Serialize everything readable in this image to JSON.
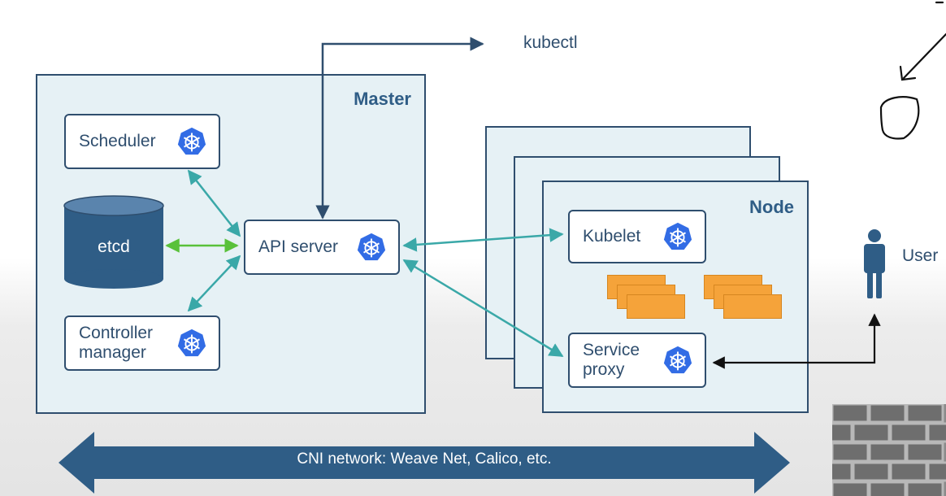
{
  "master": {
    "title": "Master"
  },
  "node": {
    "title": "Node"
  },
  "components": {
    "scheduler": "Scheduler",
    "etcd": "etcd",
    "api_server": "API server",
    "controller_line1": "Controller",
    "controller_line2": "manager",
    "kubelet": "Kubelet",
    "proxy_line1": "Service",
    "proxy_line2": "proxy"
  },
  "kubectl": "kubectl",
  "user": "User",
  "network": "CNI network: Weave Net, Calico, etc.",
  "icons": {
    "component": "kubernetes-helm-icon",
    "user": "person-icon"
  },
  "colors": {
    "dark_blue": "#2f4e6e",
    "panel_fill": "#e6f1f5",
    "k8s_blue": "#326ce5",
    "teal_arrow": "#3aa8a8",
    "green_arrow": "#59c13a",
    "pod_orange": "#f5a33a",
    "network_arrow": "#2f5d86"
  }
}
